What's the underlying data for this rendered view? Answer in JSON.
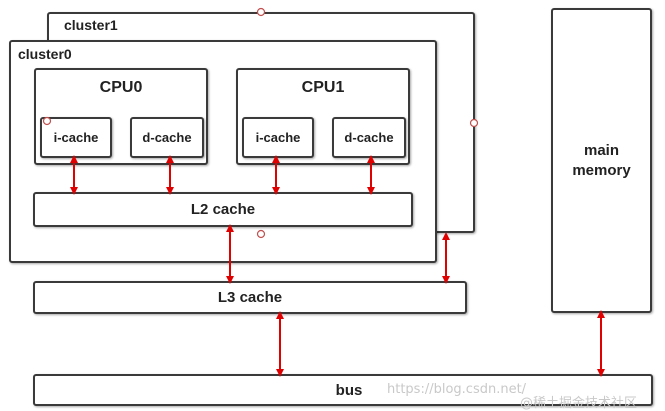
{
  "diagram": {
    "cluster1_label": "cluster1",
    "cluster0_label": "cluster0",
    "cpu0_label": "CPU0",
    "cpu1_label": "CPU1",
    "icache_label": "i-cache",
    "dcache_label": "d-cache",
    "l2_label": "L2 cache",
    "l3_label": "L3 cache",
    "bus_label": "bus",
    "memory_label": "main\nmemory"
  },
  "watermark": {
    "url": "https://blog.csdn.net/",
    "text": "@稀土掘金技术社区"
  },
  "colors": {
    "arrow": "#e00000",
    "border": "#3a3a3a",
    "handle": "#c0504d"
  }
}
